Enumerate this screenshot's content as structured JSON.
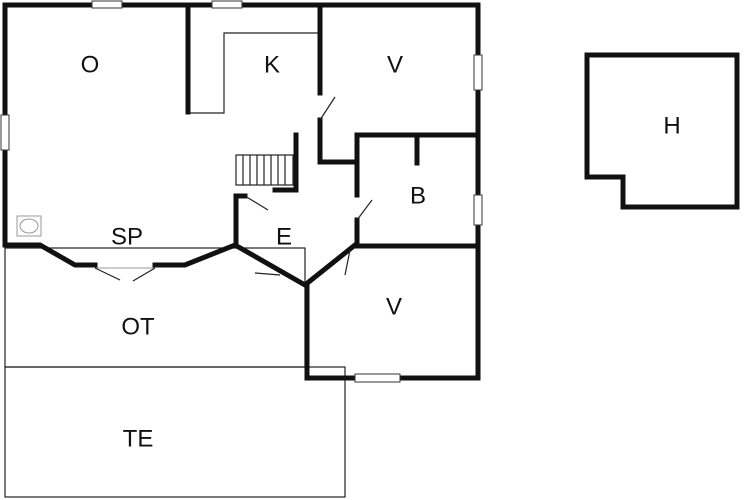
{
  "rooms": {
    "o": "O",
    "k": "K",
    "v_top": "V",
    "h": "H",
    "b": "B",
    "sp": "SP",
    "e": "E",
    "v_bottom": "V",
    "ot": "OT",
    "te": "TE"
  }
}
